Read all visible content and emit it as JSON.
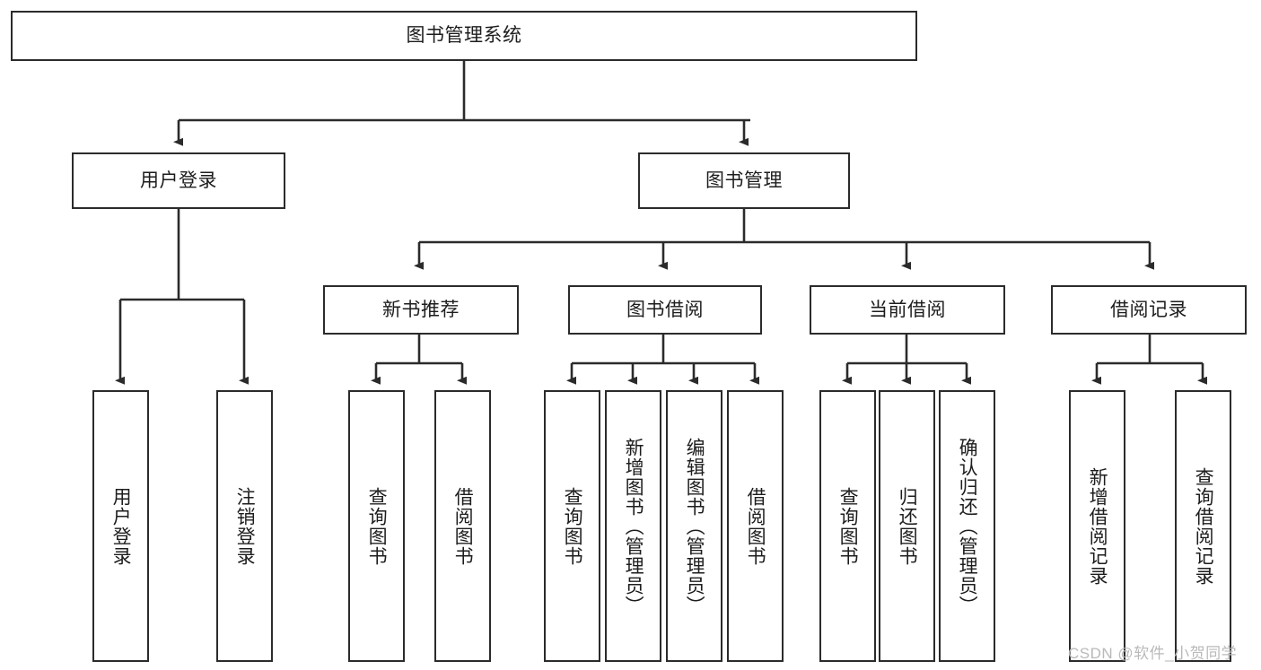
{
  "diagram": {
    "type": "tree-hierarchy-chart",
    "title": "图书管理系统",
    "stroke_color": "#2b2b2b",
    "text_color": "#1d1d1d",
    "background": "#ffffff",
    "root": {
      "label": "图书管理系统"
    },
    "level2": [
      {
        "label": "用户登录"
      },
      {
        "label": "图书管理"
      }
    ],
    "level3": [
      {
        "label": "新书推荐"
      },
      {
        "label": "图书借阅"
      },
      {
        "label": "当前借阅"
      },
      {
        "label": "借阅记录"
      }
    ],
    "leaves": {
      "user_login": [
        {
          "label": "用户登录"
        },
        {
          "label": "注销登录"
        }
      ],
      "new_book_recommend": [
        {
          "label": "查询图书"
        },
        {
          "label": "借阅图书"
        }
      ],
      "book_borrow": [
        {
          "label": "查询图书"
        },
        {
          "label": "新增图书（管理员）"
        },
        {
          "label": "编辑图书（管理员）"
        },
        {
          "label": "借阅图书"
        }
      ],
      "current_borrow": [
        {
          "label": "查询图书"
        },
        {
          "label": "归还图书"
        },
        {
          "label": "确认归还（管理员）"
        }
      ],
      "borrow_record": [
        {
          "label": "新增借阅记录"
        },
        {
          "label": "查询借阅记录"
        }
      ]
    }
  },
  "watermark": {
    "text": "CSDN @软件_小贺同学",
    "color": "#b9b9b9"
  }
}
